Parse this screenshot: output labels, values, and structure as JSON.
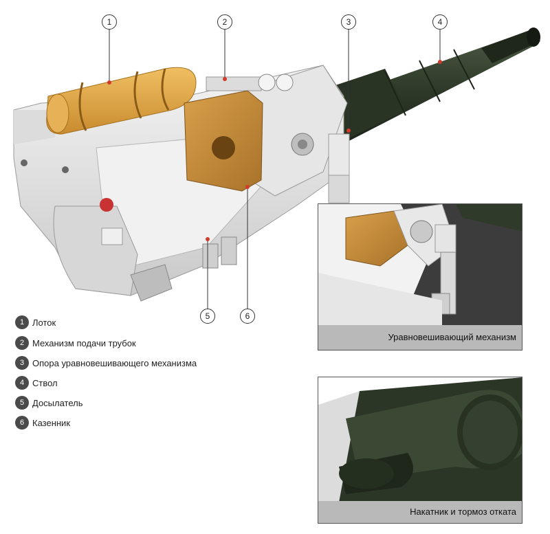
{
  "callouts": [
    "1",
    "2",
    "3",
    "4",
    "5",
    "6"
  ],
  "legend": [
    {
      "num": "1",
      "label": "Лоток"
    },
    {
      "num": "2",
      "label": "Механизм подачи трубок"
    },
    {
      "num": "3",
      "label": "Опора уравновешивающего механизма"
    },
    {
      "num": "4",
      "label": "Ствол"
    },
    {
      "num": "5",
      "label": "Досылатель"
    },
    {
      "num": "6",
      "label": "Казенник"
    }
  ],
  "insets": [
    {
      "caption": "Уравновешивающий механизм"
    },
    {
      "caption": "Накатник и тормоз отката"
    }
  ],
  "colors": {
    "barrel": "#2f3a2a",
    "breech": "#c8903c",
    "tray": "#e0a748",
    "body": "#e8e8e8",
    "badge": "#4a4a4a",
    "caption_bg": "#b9b9b9"
  }
}
